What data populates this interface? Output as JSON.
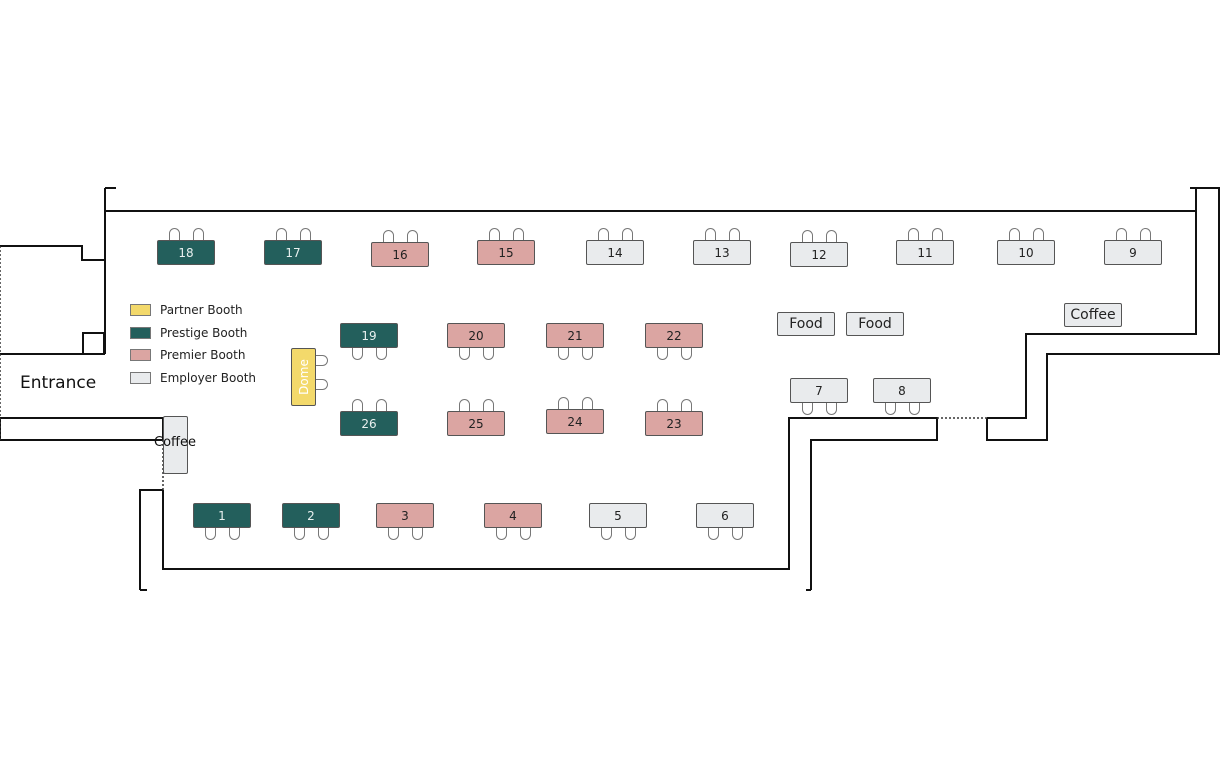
{
  "colors": {
    "partner": "#f3d96b",
    "prestige": "#235f5c",
    "premier": "#dba5a2",
    "employer": "#e9ebed"
  },
  "entrance_label": "Entrance",
  "legend": [
    {
      "type": "partner",
      "label": "Partner Booth"
    },
    {
      "type": "prestige",
      "label": "Prestige Booth"
    },
    {
      "type": "premier",
      "label": "Premier Booth"
    },
    {
      "type": "employer",
      "label": "Employer Booth"
    }
  ],
  "booths": [
    {
      "label": "18",
      "type": "prestige"
    },
    {
      "label": "17",
      "type": "prestige"
    },
    {
      "label": "16",
      "type": "premier"
    },
    {
      "label": "15",
      "type": "premier"
    },
    {
      "label": "14",
      "type": "employer"
    },
    {
      "label": "13",
      "type": "employer"
    },
    {
      "label": "12",
      "type": "employer"
    },
    {
      "label": "11",
      "type": "employer"
    },
    {
      "label": "10",
      "type": "employer"
    },
    {
      "label": "9",
      "type": "employer"
    },
    {
      "label": "19",
      "type": "prestige"
    },
    {
      "label": "20",
      "type": "premier"
    },
    {
      "label": "21",
      "type": "premier"
    },
    {
      "label": "22",
      "type": "premier"
    },
    {
      "label": "26",
      "type": "prestige"
    },
    {
      "label": "25",
      "type": "premier"
    },
    {
      "label": "24",
      "type": "premier"
    },
    {
      "label": "23",
      "type": "premier"
    },
    {
      "label": "1",
      "type": "prestige"
    },
    {
      "label": "2",
      "type": "prestige"
    },
    {
      "label": "3",
      "type": "premier"
    },
    {
      "label": "4",
      "type": "premier"
    },
    {
      "label": "5",
      "type": "employer"
    },
    {
      "label": "6",
      "type": "employer"
    },
    {
      "label": "7",
      "type": "employer"
    },
    {
      "label": "8",
      "type": "employer"
    },
    {
      "label": "Dome",
      "type": "partner"
    }
  ],
  "amenities": [
    {
      "label": "Food"
    },
    {
      "label": "Food"
    },
    {
      "label": "Coffee"
    }
  ],
  "coffee_left_label": "Coffee"
}
